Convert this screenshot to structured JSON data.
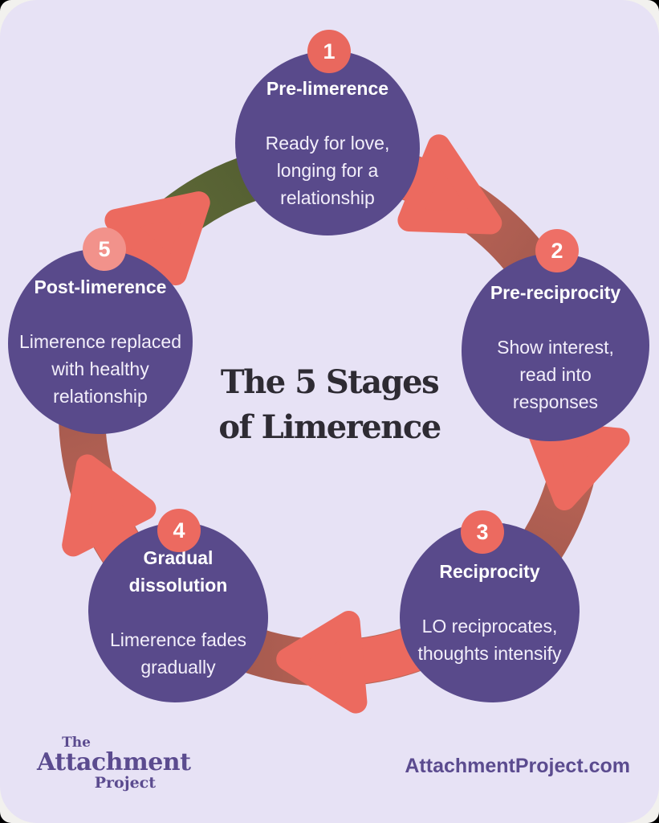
{
  "title": {
    "line1": "The 5 Stages",
    "line2": "of Limerence"
  },
  "stages": [
    {
      "number": "1",
      "name": "Pre-limerence",
      "description": "Ready for love,\nlonging for a\nrelationship"
    },
    {
      "number": "2",
      "name": "Pre-reciprocity",
      "description": "Show interest,\nread into\nresponses"
    },
    {
      "number": "3",
      "name": "Reciprocity",
      "description": "LO reciprocates,\nthoughts intensify"
    },
    {
      "number": "4",
      "name": "Gradual\ndissolution",
      "description": "Limerence fades\ngradually"
    },
    {
      "number": "5",
      "name": "Post-limerence",
      "description": "Limerence replaced\nwith healthy\nrelationship"
    }
  ],
  "footer": {
    "logo_line1": "The",
    "logo_line2": "Attachment",
    "logo_line3": "Project",
    "website": "AttachmentProject.com"
  },
  "colors": {
    "background": "#e7e2f5",
    "stage_circle": "#594a8b",
    "arrow_coral": "#ec6a5f",
    "arrow_dark_band": "#a25a4e",
    "arrow_olive_band": "#5c6736",
    "badge_coral": "#ec6a5f",
    "badge_light": "#f2928b",
    "title_text": "#2e2b33",
    "brand_purple": "#5b4b8f",
    "stage_text": "#ffffff"
  }
}
